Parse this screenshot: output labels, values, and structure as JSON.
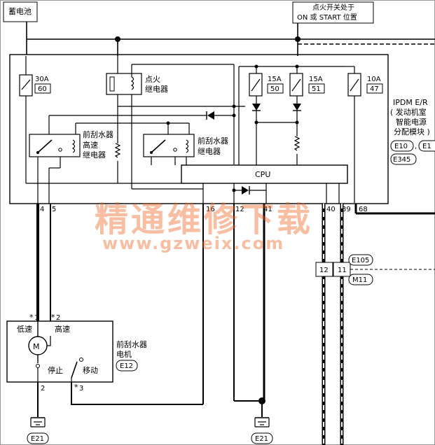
{
  "labels": {
    "battery": "蓄电池",
    "ignition_line1": "点火开关处于",
    "ignition_line2": "ON 或 START 位置",
    "ipdm_line1": "IPDM E/R",
    "ipdm_line2": "( 发动机室",
    "ipdm_line3": "智能电源",
    "ipdm_line4": "分配模块 )",
    "ign_relay_line1": "点火",
    "ign_relay_line2": "继电器",
    "hi_relay_line1": "前刮水器",
    "hi_relay_line2": "高速",
    "hi_relay_line3": "继电器",
    "wiper_relay_line1": "前刮水器",
    "wiper_relay_line2": "继电器",
    "cpu": "CPU",
    "motor_line1": "前刮水器",
    "motor_line2": "电机",
    "low_speed": "低速",
    "high_speed": "高速",
    "stop": "停止",
    "move": "移动",
    "motor_symbol": "M",
    "star1": "1",
    "star2": "2",
    "star3": "3"
  },
  "fuses": [
    {
      "amp": "30A",
      "num": "60"
    },
    {
      "amp": "15A",
      "num": "50"
    },
    {
      "amp": "15A",
      "num": "51"
    },
    {
      "amp": "10A",
      "num": "47"
    }
  ],
  "terminals": {
    "t4": "4",
    "t5": "5",
    "t16": "16",
    "t12": "12",
    "t41": "41",
    "t40": "40",
    "t39": "39",
    "t68": "68",
    "t2": "2"
  },
  "connectors": {
    "e10": "E10",
    "e11_partial": "E1",
    "e345": "E345",
    "e12": "E12",
    "e105": "E105",
    "m11": "M11",
    "e21_left": "E21",
    "e21_right": "E21",
    "pin12": "12",
    "pin11": "11"
  },
  "watermark": {
    "title": "精通维修下载",
    "url": "www.gzweix.com"
  }
}
